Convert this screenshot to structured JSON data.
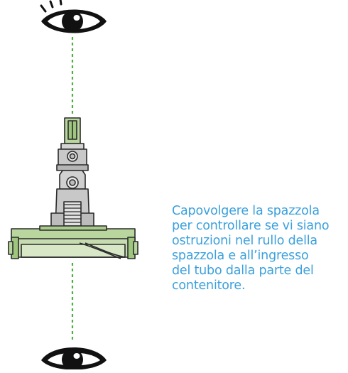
{
  "instruction": {
    "lines": [
      "Capovolgere la spazzola",
      "per controllare se vi siano",
      "ostruzioni nel rullo della",
      "spazzola e all’ingresso",
      "del tubo dalla parte del",
      "contenitore."
    ]
  },
  "colors": {
    "text": "#3aa0dd",
    "sight_line": "#4caf3f",
    "green_part": "#b9d69e",
    "grey_part": "#c8c8c8",
    "outline": "#2b2b2b"
  },
  "icons": {
    "top_viewer": "eye-icon",
    "bottom_viewer": "eye-icon",
    "object": "brush-head-illustration"
  }
}
